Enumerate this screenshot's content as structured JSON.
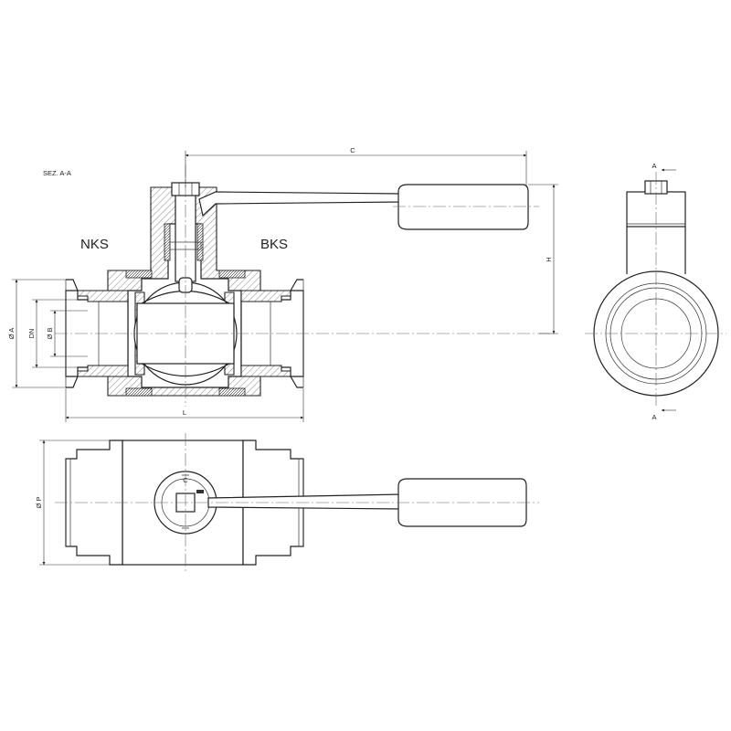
{
  "section_label": "SEZ. A-A",
  "side_left_label": "NKS",
  "side_right_label": "BKS",
  "dimensions": {
    "c": "C",
    "h": "H",
    "l": "L",
    "dn": "DN",
    "phi_a": "Ø A",
    "phi_b": "Ø B",
    "phi_p": "Ø P"
  },
  "section_marks": {
    "top": "A",
    "bottom": "A"
  },
  "lock_mark": "C"
}
